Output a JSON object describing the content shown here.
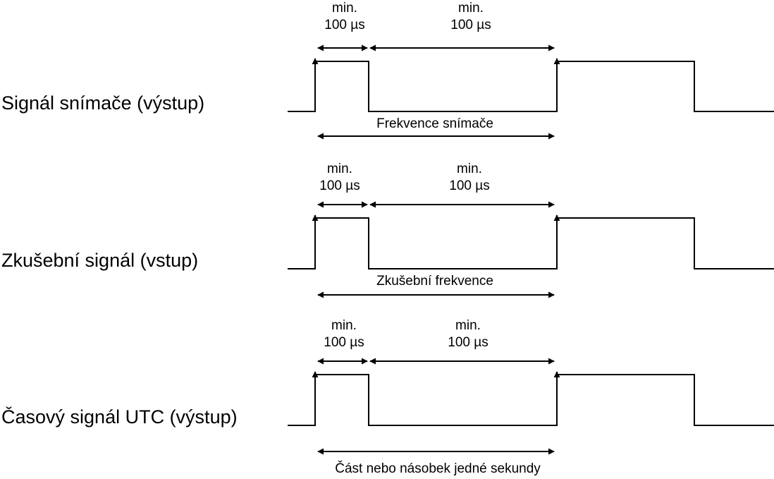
{
  "rows": [
    {
      "signal_label": "Signál snímače (výstup)",
      "min_label": "min.",
      "dur_label": "100 µs",
      "span_label": "Frekvence snímače"
    },
    {
      "signal_label": "Zkušební signál (vstup)",
      "min_label": "min.",
      "dur_label": "100 µs",
      "span_label": "Zkušební frekvence"
    },
    {
      "signal_label": "Časový signál UTC (výstup)",
      "min_label": "min.",
      "dur_label": "100 µs",
      "span_label": "Část nebo násobek jedné sekundy"
    }
  ]
}
